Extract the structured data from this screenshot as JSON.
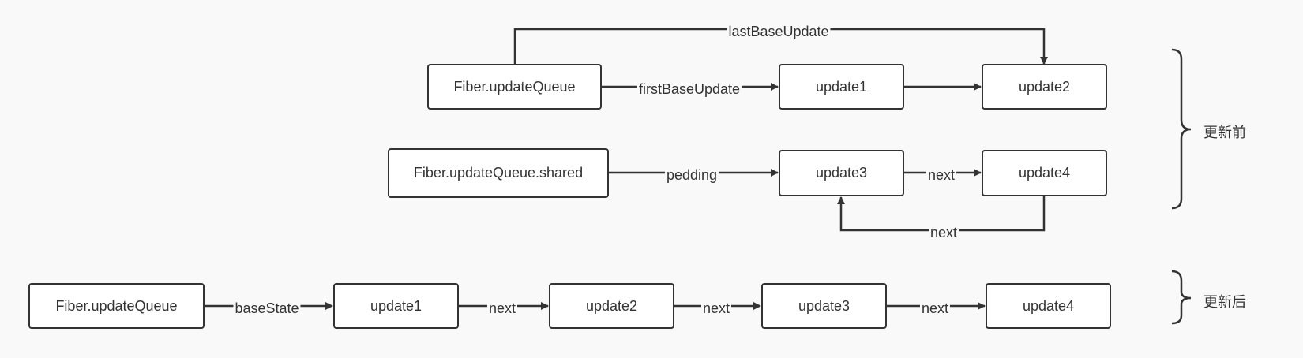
{
  "before": {
    "group_label": "更新前",
    "row1": {
      "source": "Fiber.updateQueue",
      "first_edge_label": "firstBaseUpdate",
      "node1": "update1",
      "node2": "update2",
      "last_edge_label": "lastBaseUpdate"
    },
    "row2": {
      "source": "Fiber.updateQueue.shared",
      "pending_edge_label": "pedding",
      "node3": "update3",
      "node4": "update4",
      "next_label": "next",
      "loop_label": "next"
    }
  },
  "after": {
    "group_label": "更新后",
    "source": "Fiber.updateQueue",
    "base_edge_label": "baseState",
    "nodes": [
      "update1",
      "update2",
      "update3",
      "update4"
    ],
    "next_labels": [
      "next",
      "next",
      "next"
    ]
  },
  "colors": {
    "line": "#333333",
    "background": "#f9f9f9",
    "box_fill": "#ffffff"
  }
}
